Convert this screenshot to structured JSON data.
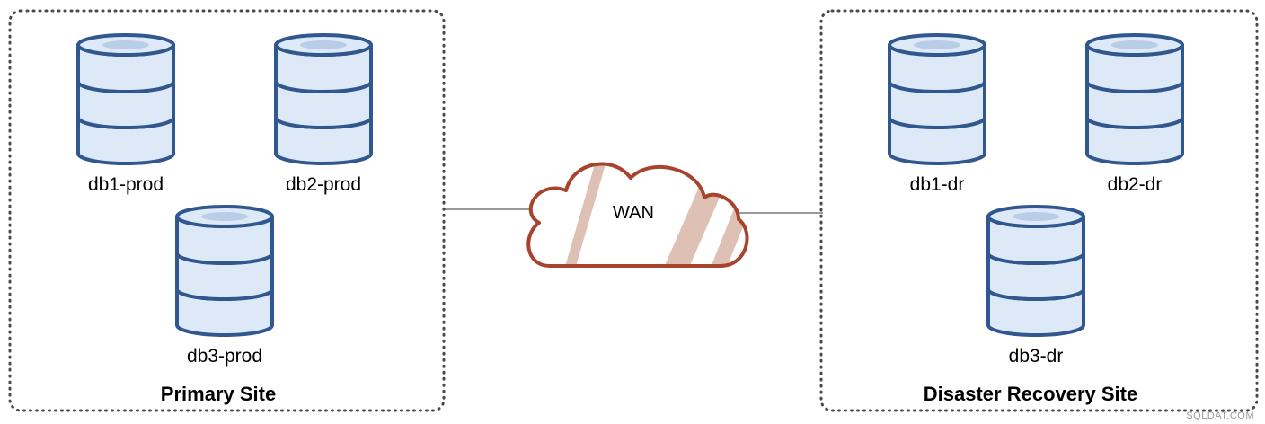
{
  "colors": {
    "db_stroke": "#31578f",
    "db_fill": "#dde9f7",
    "db_top_inner": "#b9cde6",
    "cloud_stroke": "#a8442e",
    "cloud_stripe": "#dfc0b5",
    "link": "#9a9a9a",
    "site_border": "#4a4a4a"
  },
  "primary_site": {
    "label": "Primary Site",
    "databases": [
      {
        "label": "db1-prod"
      },
      {
        "label": "db2-prod"
      },
      {
        "label": "db3-prod"
      }
    ]
  },
  "dr_site": {
    "label": "Disaster Recovery Site",
    "databases": [
      {
        "label": "db1-dr"
      },
      {
        "label": "db2-dr"
      },
      {
        "label": "db3-dr"
      }
    ]
  },
  "wan": {
    "label": "WAN"
  },
  "watermark": "SQLDAT.COM"
}
